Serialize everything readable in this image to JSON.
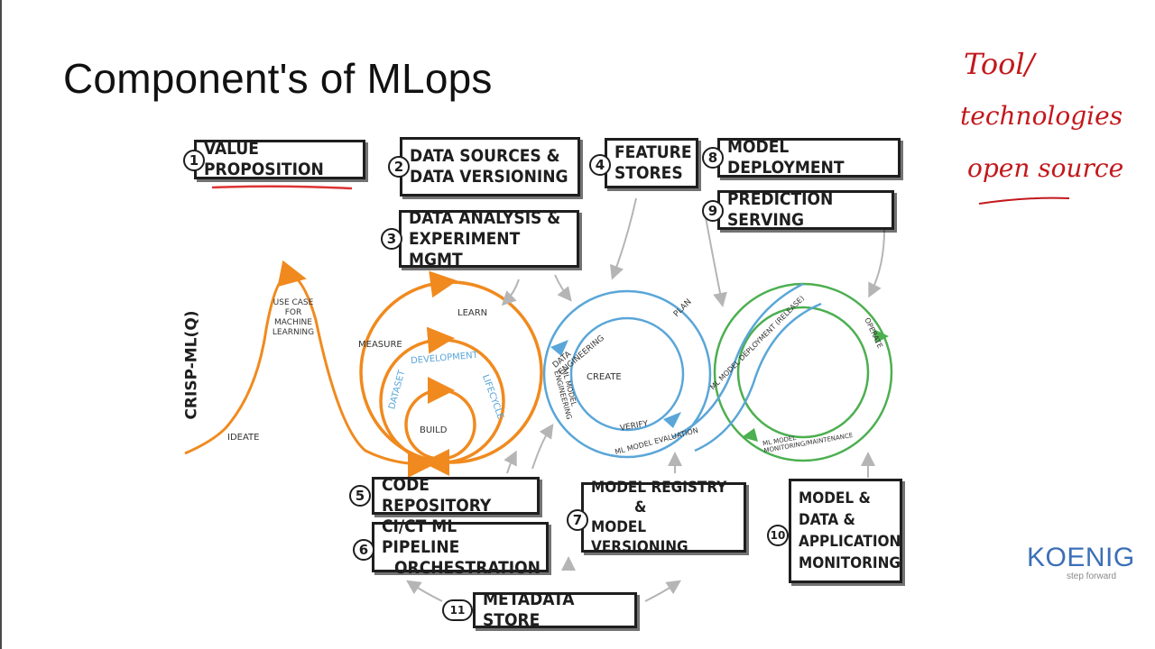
{
  "title": "Component's of MLops",
  "components": [
    {
      "num": "1",
      "text": "VALUE PROPOSITION"
    },
    {
      "num": "2",
      "line1": "DATA SOURCES &",
      "line2": "DATA VERSIONING"
    },
    {
      "num": "3",
      "line1": "DATA ANALYSIS &",
      "line2": "EXPERIMENT MGMT"
    },
    {
      "num": "4",
      "line1": "FEATURE",
      "line2": "STORES"
    },
    {
      "num": "5",
      "text": "CODE REPOSITORY"
    },
    {
      "num": "6",
      "line1": "CI/CT ML PIPELINE",
      "line2": "ORCHESTRATION"
    },
    {
      "num": "7",
      "line1": "MODEL REGISTRY",
      "line2": "&",
      "line3": "MODEL VERSIONING"
    },
    {
      "num": "8",
      "text": "MODEL DEPLOYMENT"
    },
    {
      "num": "9",
      "text": "PREDICTION SERVING"
    },
    {
      "num": "10",
      "line1": "MODEL &",
      "line2": "DATA &",
      "line3": "APPLICATION",
      "line4": "MONITORING"
    },
    {
      "num": "11",
      "text": "METADATA STORE"
    }
  ],
  "crisp": {
    "axis_label": "CRISP-ML(Q)",
    "ideate": "IDEATE",
    "use_case": "USE CASE FOR MACHINE LEARNING",
    "measure": "MEASURE",
    "learn": "LEARN",
    "build": "BUILD",
    "dataset": "DATASET",
    "development": "DEVELOPMENT",
    "lifecycle": "LIFECYCLE"
  },
  "loop": {
    "create": "CREATE",
    "data_engineering": "DATA ENGINEERING",
    "ml_model_engineering": "ML MODEL ENGINEERING",
    "verify": "VERIFY",
    "ml_model_evaluation": "ML MODEL EVALUATION",
    "plan": "PLAN",
    "ml_model_deployment": "ML MODEL DEPLOYMENT (RELEASE)",
    "operate": "OPERATE",
    "ml_model_monitoring": "ML MODEL MONITORING/MAINTENANCE"
  },
  "annotations": {
    "line1": "Tool/",
    "line2": "technologies",
    "line3": "open source"
  },
  "brand": {
    "name": "KOENIG",
    "tagline": "step forward"
  },
  "colors": {
    "orange": "#f08a1e",
    "blue": "#5aa6d8",
    "green": "#4caf50",
    "ink": "#c2181c"
  }
}
